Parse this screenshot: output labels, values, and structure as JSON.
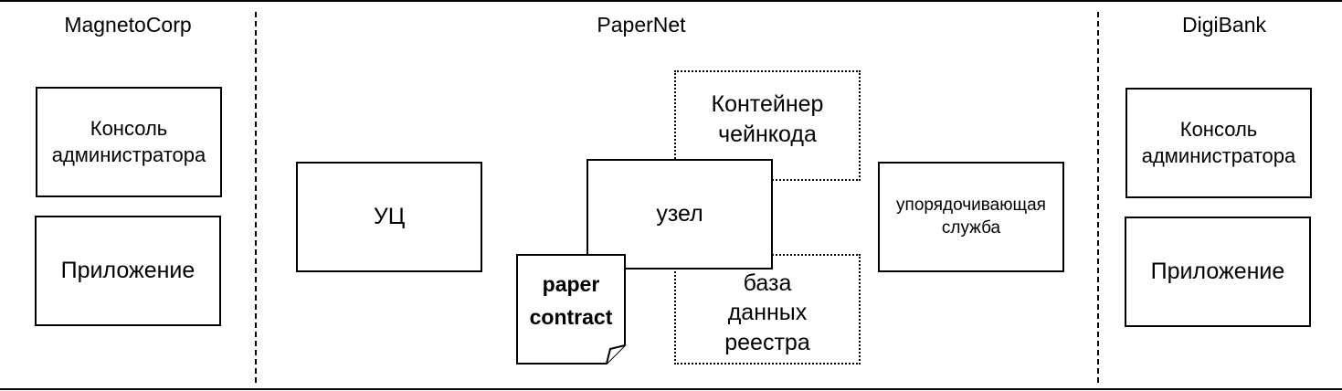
{
  "columns": {
    "left": {
      "title": "MagnetoCorp",
      "admin_console": "Консоль администратора",
      "application": "Приложение"
    },
    "center": {
      "title": "PaperNet",
      "ca": "УЦ",
      "chaincode_container": "Контейнер чейнкода",
      "peer": "узел",
      "ledger_db": "база данных реестра",
      "orderer": "упорядочивающая служба",
      "paper_contract_line1": "paper",
      "paper_contract_line2": "contract"
    },
    "right": {
      "title": "DigiBank",
      "admin_console": "Консоль администратора",
      "application": "Приложение"
    }
  }
}
